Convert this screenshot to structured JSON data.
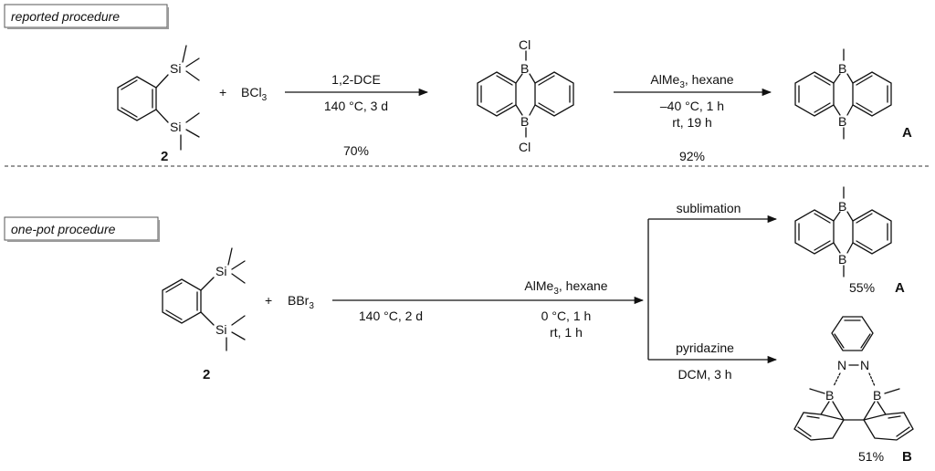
{
  "reported": {
    "box_label": "reported procedure",
    "start_label": "2",
    "plus": "+",
    "reagent": "BCl",
    "reagent_sub": "3",
    "step1": {
      "above": "1,2-DCE",
      "below": "140 °C, 3 d",
      "yield": "70%"
    },
    "intermediate_sub": "Cl",
    "step2": {
      "above_pre": "AlMe",
      "above_sub": "3",
      "above_post": ", hexane",
      "below1": "–40 °C, 1 h",
      "below2": "rt, 19 h",
      "yield": "92%"
    },
    "product_label": "A"
  },
  "onepot": {
    "box_label": "one-pot procedure",
    "start_label": "2",
    "plus": "+",
    "reagent": "BBr",
    "reagent_sub": "3",
    "step1": {
      "below": "140 °C, 2 d"
    },
    "step2": {
      "above_pre": "AlMe",
      "above_sub": "3",
      "above_post": ", hexane",
      "below1": "0 °C, 1 h",
      "below2": "rt, 1 h"
    },
    "branch_top": {
      "label": "sublimation",
      "yield": "55%",
      "product_label": "A"
    },
    "branch_bottom": {
      "label": "pyridazine",
      "below": "DCM, 3 h",
      "yield": "51%",
      "product_label": "B"
    }
  },
  "atoms": {
    "si": "Si",
    "b": "B",
    "n": "N"
  }
}
